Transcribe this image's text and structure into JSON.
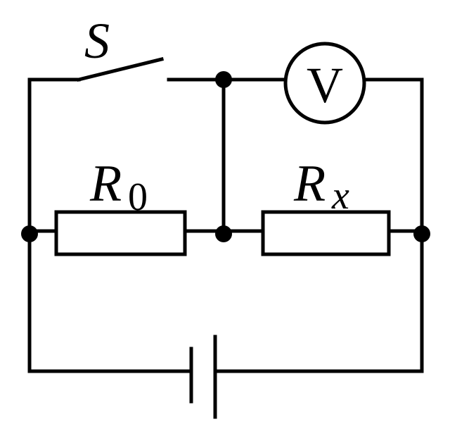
{
  "labels": {
    "switch": "S",
    "voltmeter": "V",
    "r0_main": "R",
    "r0_sub": "0",
    "rx_main": "R",
    "rx_sub": "x"
  },
  "colors": {
    "line": "#000000",
    "background": "#ffffff"
  }
}
